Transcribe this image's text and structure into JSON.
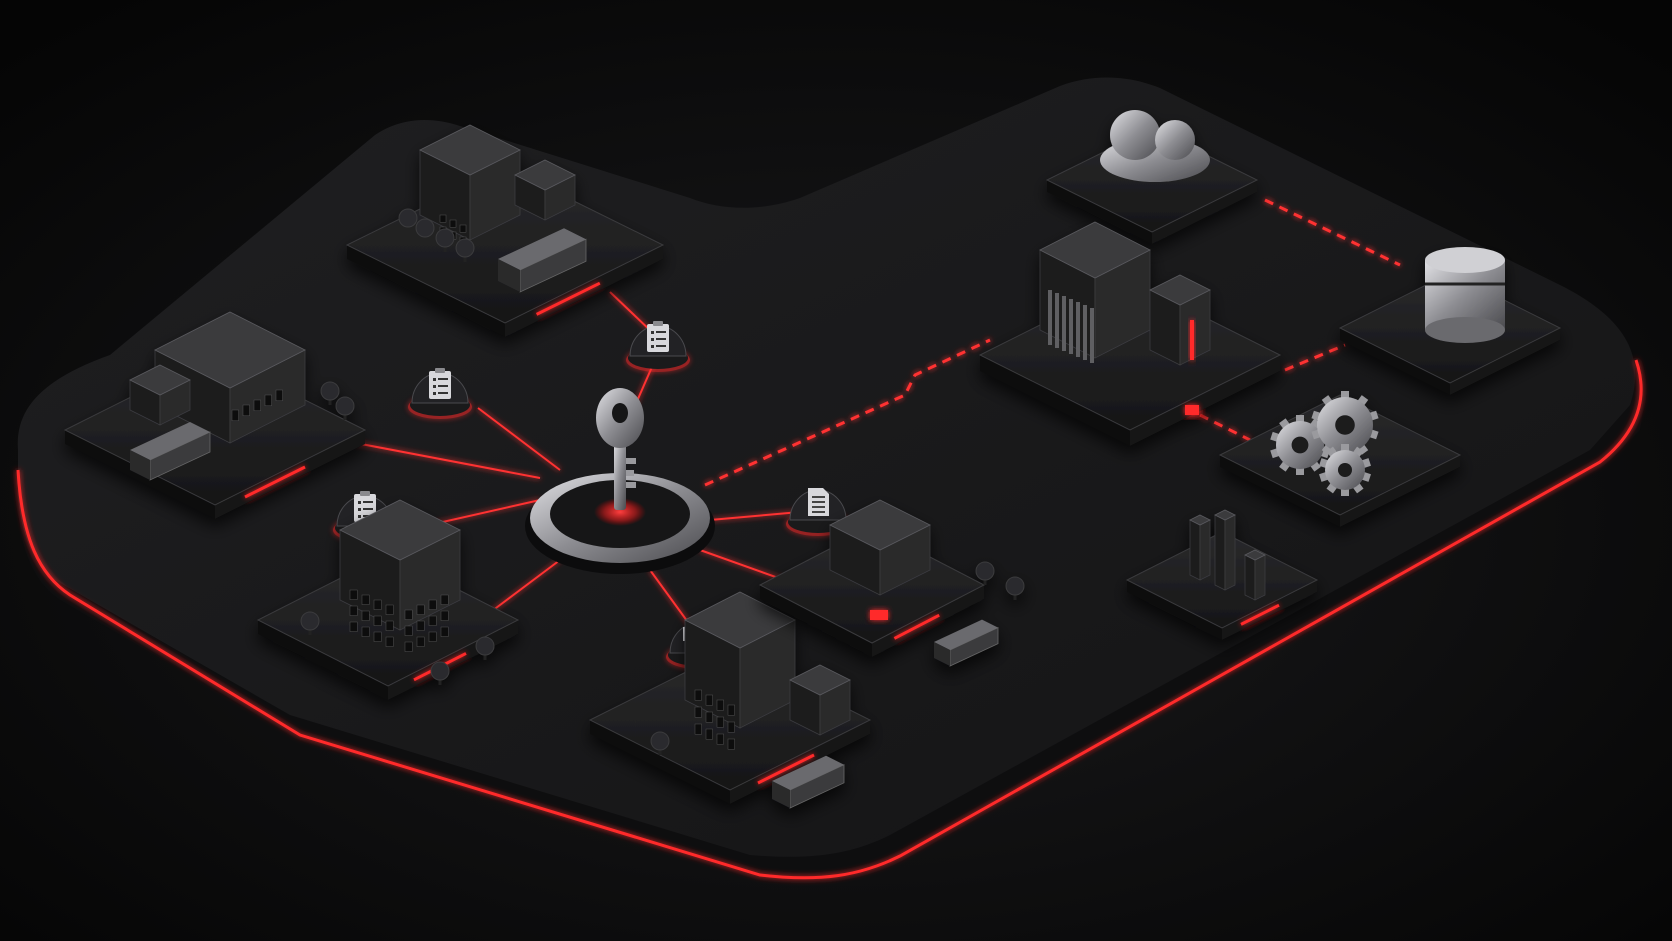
{
  "colors": {
    "background": "#070707",
    "platform": "#1a1a1c",
    "platform_edge": "#0d0d0e",
    "accent_red": "#ff2a2a",
    "metal": "#a8a8ac",
    "dark_metal": "#2a2a2d"
  },
  "hub": {
    "icon": "key-icon"
  },
  "sites": [
    {
      "id": "warehouse-truck-top",
      "icon": "warehouse-icon"
    },
    {
      "id": "warehouse-left",
      "icon": "warehouse-icon"
    },
    {
      "id": "office-building-left",
      "icon": "office-building-icon"
    },
    {
      "id": "apartment-building-bottom",
      "icon": "apartment-building-icon"
    },
    {
      "id": "depot-right",
      "icon": "depot-icon"
    }
  ],
  "badges": [
    {
      "id": "checklist-1",
      "icon": "clipboard-checklist-icon"
    },
    {
      "id": "checklist-2",
      "icon": "clipboard-checklist-icon"
    },
    {
      "id": "checklist-3",
      "icon": "clipboard-checklist-icon"
    },
    {
      "id": "document",
      "icon": "document-icon"
    },
    {
      "id": "truck",
      "icon": "delivery-truck-icon"
    }
  ],
  "services": [
    {
      "id": "cloud",
      "icon": "cloud-icon"
    },
    {
      "id": "server",
      "icon": "server-rack-icon"
    },
    {
      "id": "database",
      "icon": "database-icon"
    },
    {
      "id": "gears",
      "icon": "gears-icon"
    },
    {
      "id": "analytics",
      "icon": "bar-chart-icon"
    }
  ]
}
